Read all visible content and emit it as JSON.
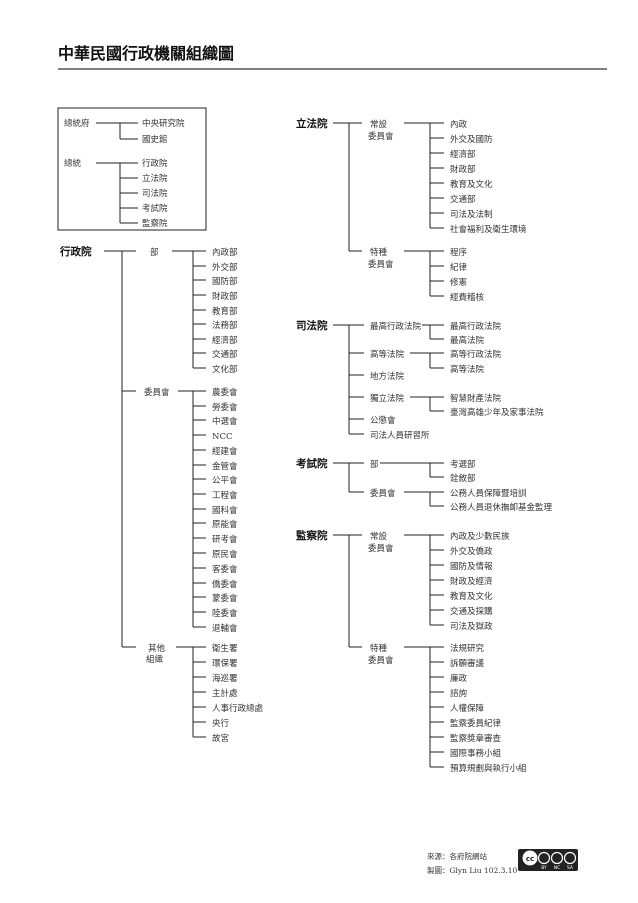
{
  "title": "中華民國行政機關組織圖",
  "top_box": {
    "president": "總統府",
    "president_children": [
      "中央研究院",
      "國史館"
    ],
    "pres": "總統",
    "pres_children": [
      "行政院",
      "立法院",
      "司法院",
      "考試院",
      "監察院"
    ]
  },
  "executive": {
    "name": "行政院",
    "ministries_label": "部",
    "ministries": [
      "內政部",
      "外交部",
      "國防部",
      "財政部",
      "教育部",
      "法務部",
      "經濟部",
      "交通部",
      "文化部"
    ],
    "commissions_label": "委員會",
    "commissions": [
      "農委會",
      "勞委會",
      "中選會",
      "NCC",
      "經建會",
      "金管會",
      "公平會",
      "工程會",
      "國科會",
      "原能會",
      "研考會",
      "原民會",
      "客委會",
      "僑委會",
      "蒙委會",
      "陸委會",
      "退輔會"
    ],
    "others_label": [
      "其他",
      "組織"
    ],
    "others": [
      "衛生署",
      "環保署",
      "海巡署",
      "主計處",
      "人事行政總處",
      "央行",
      "故宮"
    ]
  },
  "legislative": {
    "name": "立法院",
    "standing_label": [
      "常設",
      "委員會"
    ],
    "standing": [
      "內政",
      "外交及國防",
      "經濟部",
      "財政部",
      "教育及文化",
      "交通部",
      "司法及法制",
      "社會福利及衛生環境"
    ],
    "special_label": [
      "特種",
      "委員會"
    ],
    "special": [
      "程序",
      "紀律",
      "修憲",
      "經費稽核"
    ]
  },
  "judicial": {
    "name": "司法院",
    "supreme_admin": "最高行政法院",
    "supreme_admin_children": [
      "最高行政法院",
      "最高法院"
    ],
    "high_court": "高等法院",
    "high_court_children": [
      "高等行政法院",
      "高等法院"
    ],
    "district": "地方法院",
    "specialized": "獨立法院",
    "specialized_children": [
      "智慧財產法院",
      "臺灣高雄少年及家事法院"
    ],
    "discipline": "公懲會",
    "academy": "司法人員研習所"
  },
  "examination": {
    "name": "考試院",
    "ministries_label": "部",
    "ministries": [
      "考選部",
      "銓敘部"
    ],
    "commissions_label": "委員會",
    "commissions": [
      "公務人員保障暨培訓",
      "公務人員退休撫卹基金監理"
    ]
  },
  "control": {
    "name": "監察院",
    "standing_label": [
      "常設",
      "委員會"
    ],
    "standing": [
      "內政及少數民族",
      "外交及僑政",
      "國防及情報",
      "財政及經濟",
      "教育及文化",
      "交通及採購",
      "司法及獄政"
    ],
    "special_label": [
      "特種",
      "委員會"
    ],
    "special": [
      "法規研究",
      "訴願審議",
      "廉政",
      "諮詢",
      "人權保障",
      "監察委員紀律",
      "監察獎章審查",
      "國際事務小組",
      "預算規劃與執行小組"
    ]
  },
  "footer": {
    "source": "來源：各府院網站",
    "author": "製圖：Glyn Liu  102.3.10",
    "license_badge": "cc",
    "license_terms": [
      "BY",
      "NC",
      "SA"
    ]
  }
}
